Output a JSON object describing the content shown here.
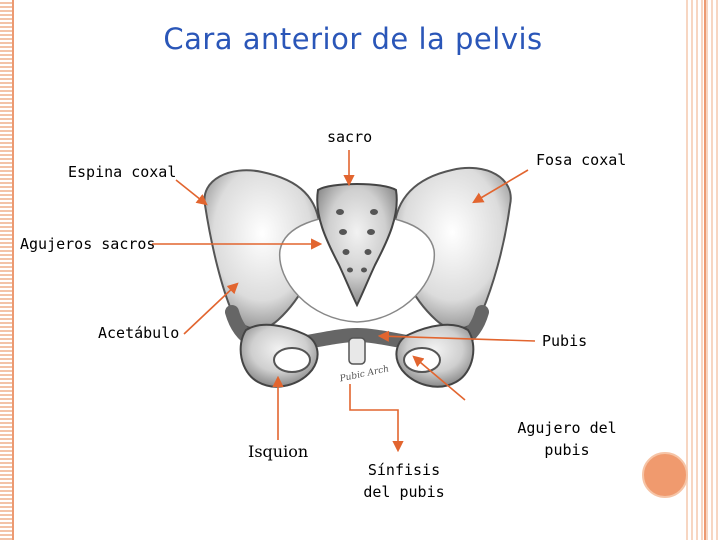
{
  "title": "Cara anterior de la pelvis",
  "labels": {
    "sacro": "sacro",
    "espina_coxal": "Espina coxal",
    "fosa_coxal": "Fosa coxal",
    "agujeros_sacros": "Agujeros sacros",
    "acetabulo": "Acetábulo",
    "pubis": "Pubis",
    "isquion": "Isquion",
    "sinfisis_del_pubis": "Sínfisis del pubis",
    "agujero_del_pubis": "Agujero del pubis"
  },
  "engraving_text": "Pubic Arch",
  "colors": {
    "title": "#2a56b8",
    "arrow": "#e2652f",
    "frame": "#ec9a72",
    "accent_circle": "#f09a6e"
  }
}
